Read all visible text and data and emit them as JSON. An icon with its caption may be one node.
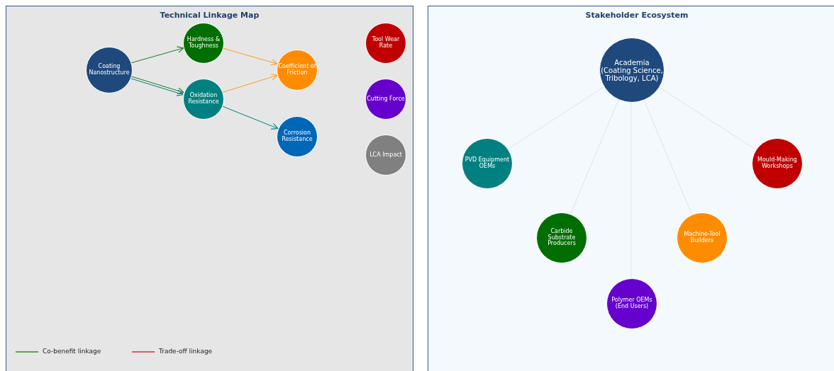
{
  "diagram": {
    "nodes": [
      {
        "text": [
          "Technical Linkage Map"
        ]
      },
      {
        "text": [
          "Stakeholder Ecosystem"
        ]
      },
      {
        "text": [
          "Coating Nanostructure"
        ],
        "in": 0
      },
      {
        "text": [
          "Hardness & Toughness"
        ],
        "in": 0
      },
      {
        "text": [
          "Oxidation Resistance"
        ],
        "in": 0
      },
      {
        "text": [
          "Coefficient of Friction"
        ],
        "in": 0
      },
      {
        "text": [
          "Corrosion Resistance"
        ],
        "in": 0
      },
      {
        "text": [
          "Tool Wear Rate"
        ],
        "in": 0
      },
      {
        "text": [
          "Cutting Force"
        ],
        "in": 0
      },
      {
        "text": [
          "LCA Impact"
        ],
        "in": 0
      },
      {
        "text": [
          "Academia (Coating Science, Tribology, LCA)"
        ],
        "in": 1
      },
      {
        "text": [
          "PVD Equipment OEMs"
        ],
        "in": 1
      },
      {
        "text": [
          "Carbide Substrate Producers"
        ],
        "in": 1
      },
      {
        "text": [
          "Polymer OEMs (End Users)"
        ],
        "in": 1
      },
      {
        "text": [
          "Machine-Tool Builders"
        ],
        "in": 1
      },
      {
        "text": [
          "Mould-Making Workshops"
        ],
        "in": 1
      }
    ],
    "edges": [
      {
        "from": 2,
        "to": 3,
        "arrow": "to",
        "color": "#1e7b1e"
      },
      {
        "from": 2,
        "to": 4,
        "arrow": "to",
        "color": "#1e7b1e"
      },
      {
        "from": 2,
        "to": 4,
        "arrow": "to",
        "color": "#008080"
      },
      {
        "from": 3,
        "to": 5,
        "arrow": "to",
        "color": "#ff9a1a"
      },
      {
        "from": 4,
        "to": 5,
        "arrow": "to",
        "color": "#ff9a1a"
      },
      {
        "from": 4,
        "to": 6,
        "arrow": "to",
        "color": "#008080"
      },
      {
        "from": 10,
        "to": 11,
        "arrow": "none",
        "color": "#e2e2e2"
      },
      {
        "from": 10,
        "to": 12,
        "arrow": "none",
        "color": "#e2e2e2"
      },
      {
        "from": 10,
        "to": 13,
        "arrow": "none",
        "color": "#e2e2e2"
      },
      {
        "from": 10,
        "to": 14,
        "arrow": "none",
        "color": "#e2e2e2"
      },
      {
        "from": 10,
        "to": 15,
        "arrow": "none",
        "color": "#e2e2e2"
      }
    ],
    "legend": [
      {
        "text": "Co-benefit linkage"
      },
      {
        "text": "Trade-off linkage"
      }
    ]
  }
}
